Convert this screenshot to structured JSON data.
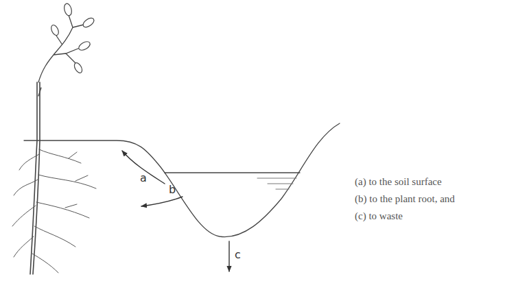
{
  "diagram": {
    "labels": [
      "a",
      "b",
      "c",
      "(a) to the soil surface",
      "(b) to the plant root, and",
      "(c) to waste"
    ]
  }
}
